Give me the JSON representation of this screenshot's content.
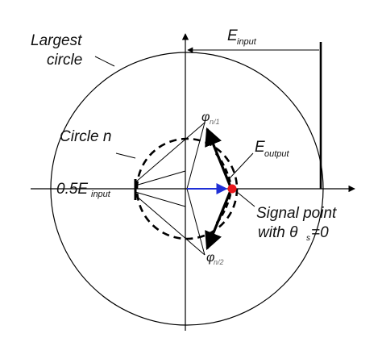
{
  "labels": {
    "largest_circle_line1": "Largest",
    "largest_circle_line2": "circle",
    "circle_n": "Circle n",
    "e_input_main": "E",
    "e_input_sub": "input",
    "half_e_input_main": "0.5E",
    "half_e_input_sub": "input",
    "e_output_main": "E",
    "e_output_sub": "output",
    "phi_top_main": "φ",
    "phi_top_sub": "n/1",
    "phi_bottom_main": "φ",
    "phi_bottom_sub": "n/2",
    "signal_point_line1": "Signal point",
    "signal_point_line2_prefix": "with θ",
    "signal_point_line2_sub": "s",
    "signal_point_line2_suffix": "=0"
  },
  "colors": {
    "signal_point": "#e8161b",
    "output_vector": "#1f2fd6",
    "line": "#000000"
  }
}
